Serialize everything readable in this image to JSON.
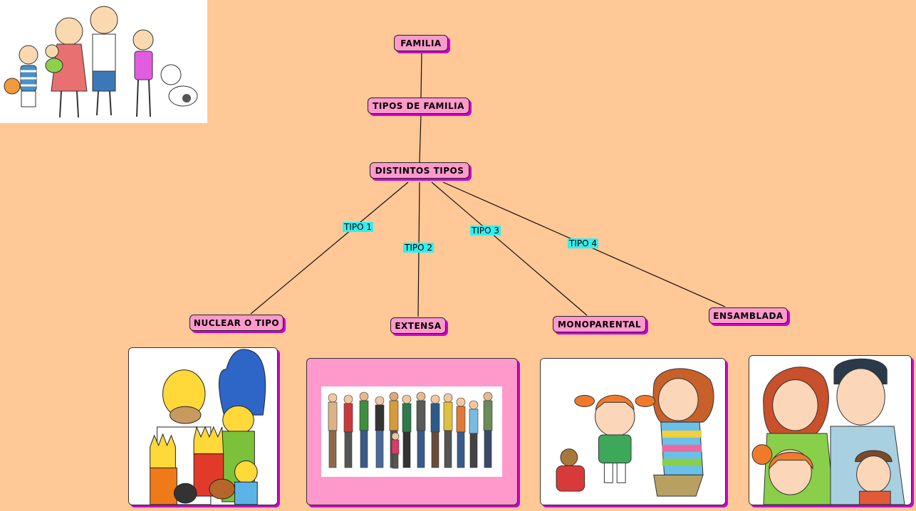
{
  "colors": {
    "background": "#FFC896",
    "node_fill": "#FF99CC",
    "node_shadow": "#CC00CC",
    "link_label": "#33EEEE"
  },
  "nodes": {
    "familia": "FAMILIA",
    "tipos_de_familia": "TIPOS DE FAMILIA",
    "distintos_tipos": "DISTINTOS TIPOS",
    "nuclear": "NUCLEAR O TIPO",
    "extensa": "EXTENSA",
    "monoparental": "MONOPARENTAL",
    "ensamblada": "ENSAMBLADA"
  },
  "links": {
    "tipo1": "TIPO 1",
    "tipo2": "TIPO 2",
    "tipo3": "TIPO 3",
    "tipo4": "TIPO 4"
  },
  "images": {
    "header": "family-cartoon-illustration",
    "nuclear": "simpsons-family-illustration",
    "extensa": "extended-family-group-illustration",
    "monoparental": "mother-and-daughter-illustration",
    "ensamblada": "blended-family-illustration"
  }
}
